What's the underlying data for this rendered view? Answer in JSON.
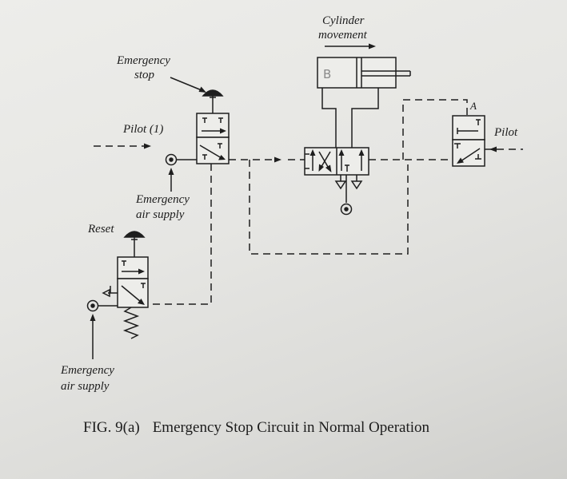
{
  "labels": {
    "cylinder": "Cylinder",
    "movement": "movement",
    "emergency_stop_1": "Emergency",
    "emergency_stop_2": "stop",
    "pilot_1": "Pilot (1)",
    "pilot_right": "Pilot",
    "port_a": "A",
    "emergency_supply_top_1": "Emergency",
    "emergency_supply_top_2": "air supply",
    "reset": "Reset",
    "emergency_supply_bottom_1": "Emergency",
    "emergency_supply_bottom_2": "air supply",
    "cylinder_marker": "B"
  },
  "caption": {
    "fig": "FIG. 9(a)",
    "title": "Emergency Stop Circuit in Normal Operation"
  }
}
